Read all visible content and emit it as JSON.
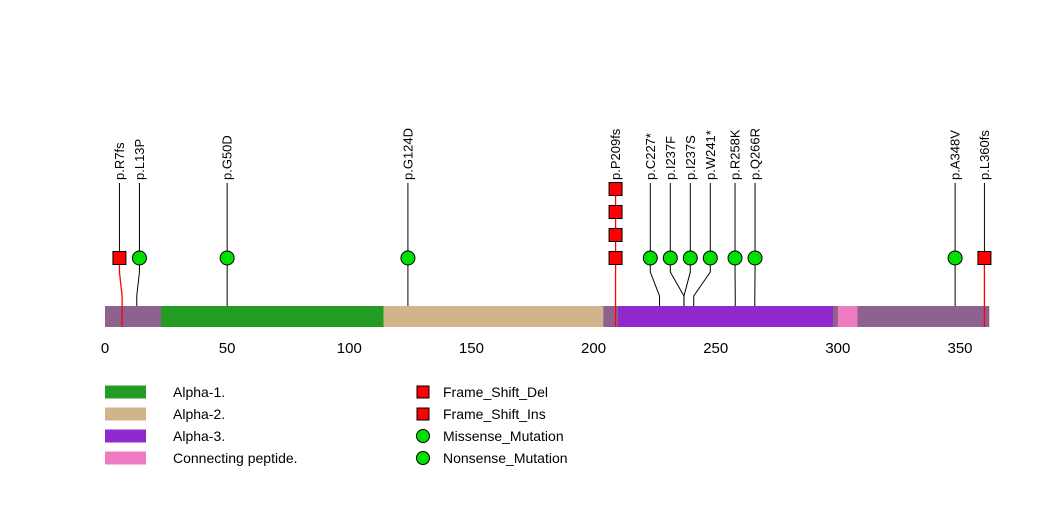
{
  "figure": {
    "background_color": "#ffffff"
  },
  "chart_data": {
    "type": "lollipop",
    "title": "",
    "xtick_values": [
      0,
      50,
      100,
      150,
      200,
      250,
      300,
      350
    ],
    "protein": {
      "length": 362,
      "backbone_color": "#8f618f"
    },
    "domains": [
      {
        "name": "Alpha-1.",
        "start": 23,
        "end": 114,
        "color": "#239c23"
      },
      {
        "name": "Alpha-2.",
        "start": 114,
        "end": 204,
        "color": "#d2b48c"
      },
      {
        "name": "Alpha-3.",
        "start": 210,
        "end": 298,
        "color": "#9128cd"
      },
      {
        "name": "Connecting peptide.",
        "start": 300,
        "end": 308,
        "color": "#ef7cc3"
      }
    ],
    "mutations": [
      {
        "label": "p.R7fs",
        "pos": 7,
        "type": "Frame_Shift_Del",
        "count": 1
      },
      {
        "label": "p.L13P",
        "pos": 13,
        "type": "Missense_Mutation",
        "count": 1
      },
      {
        "label": "p.G50D",
        "pos": 50,
        "type": "Missense_Mutation",
        "count": 1
      },
      {
        "label": "p.G124D",
        "pos": 124,
        "type": "Missense_Mutation",
        "count": 1
      },
      {
        "label": "p.P209fs",
        "pos": 209,
        "type": "Frame_Shift_Del",
        "count": 4
      },
      {
        "label": "p.C227*",
        "pos": 227,
        "type": "Nonsense_Mutation",
        "count": 1
      },
      {
        "label": "p.I237F",
        "pos": 237,
        "type": "Missense_Mutation",
        "count": 1
      },
      {
        "label": "p.I237S",
        "pos": 237,
        "type": "Missense_Mutation",
        "count": 1
      },
      {
        "label": "p.W241*",
        "pos": 241,
        "type": "Nonsense_Mutation",
        "count": 1
      },
      {
        "label": "p.R258K",
        "pos": 258,
        "type": "Missense_Mutation",
        "count": 1
      },
      {
        "label": "p.Q266R",
        "pos": 266,
        "type": "Missense_Mutation",
        "count": 1
      },
      {
        "label": "p.A348V",
        "pos": 348,
        "type": "Missense_Mutation",
        "count": 1
      },
      {
        "label": "p.L360fs",
        "pos": 360,
        "type": "Frame_Shift_Ins",
        "count": 1
      }
    ],
    "marker_styles": {
      "Frame_Shift_Del": {
        "shape": "square",
        "color": "#ff0000"
      },
      "Frame_Shift_Ins": {
        "shape": "square",
        "color": "#ff0000"
      },
      "Missense_Mutation": {
        "shape": "circle",
        "color": "#00e000"
      },
      "Nonsense_Mutation": {
        "shape": "circle",
        "color": "#00e000"
      }
    },
    "legend": {
      "domain_items": [
        "Alpha-1.",
        "Alpha-2.",
        "Alpha-3.",
        "Connecting peptide."
      ],
      "mutation_items": [
        {
          "label": "Frame_Shift_Del",
          "type": "Frame_Shift_Del"
        },
        {
          "label": "Frame_Shift_Ins",
          "type": "Frame_Shift_Ins"
        },
        {
          "label": "Missense_Mutation",
          "type": "Missense_Mutation"
        },
        {
          "label": "Nonsense_Mutation",
          "type": "Nonsense_Mutation"
        }
      ]
    }
  }
}
